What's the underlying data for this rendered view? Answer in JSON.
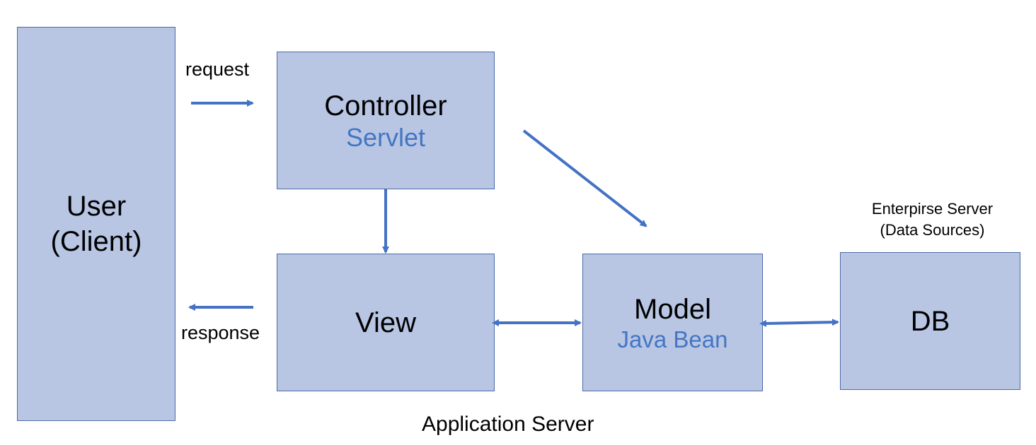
{
  "user_box": {
    "line1": "User",
    "line2": "(Client)"
  },
  "controller_box": {
    "title": "Controller",
    "subtitle": "Servlet"
  },
  "view_box": {
    "title": "View"
  },
  "model_box": {
    "title": "Model",
    "subtitle": "Java Bean"
  },
  "db_box": {
    "title": "DB"
  },
  "labels": {
    "request": "request",
    "response": "response",
    "application_server": "Application Server",
    "enterprise_server_line1": "Enterpirse Server",
    "enterprise_server_line2": "(Data Sources)"
  },
  "colors": {
    "box_fill": "#b8c6e4",
    "box_border": "#4b6aa8",
    "arrow": "#4472c4",
    "accent_text": "#4476c3"
  }
}
